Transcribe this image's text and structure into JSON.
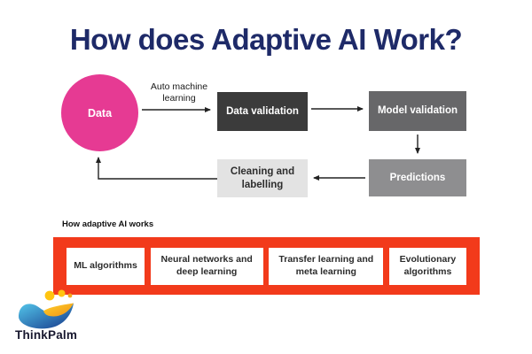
{
  "page": {
    "title": "How does Adaptive AI Work?",
    "title_color": "#1e2a68",
    "background_color": "#ffffff"
  },
  "flowchart": {
    "edge_label": "Auto machine learning",
    "arrow_color": "#222222",
    "nodes": [
      {
        "id": "data",
        "label": "Data",
        "shape": "circle",
        "bg": "#e63a93",
        "text_color": "#ffffff"
      },
      {
        "id": "data-validation",
        "label": "Data validation",
        "shape": "rect",
        "bg": "#3b3b3b",
        "text_color": "#ffffff"
      },
      {
        "id": "model-validation",
        "label": "Model validation",
        "shape": "rect",
        "bg": "#676769",
        "text_color": "#ffffff"
      },
      {
        "id": "predictions",
        "label": "Predictions",
        "shape": "rect",
        "bg": "#8e8e90",
        "text_color": "#ffffff"
      },
      {
        "id": "cleaning-labelling",
        "label": "Cleaning and labelling",
        "shape": "rect",
        "bg": "#e3e3e3",
        "text_color": "#2d2d2d"
      }
    ],
    "edges": [
      {
        "from": "data",
        "to": "data-validation",
        "label": "Auto machine learning"
      },
      {
        "from": "data-validation",
        "to": "model-validation"
      },
      {
        "from": "model-validation",
        "to": "predictions"
      },
      {
        "from": "predictions",
        "to": "cleaning-labelling"
      },
      {
        "from": "cleaning-labelling",
        "to": "data"
      }
    ]
  },
  "methods": {
    "heading": "How adaptive AI works",
    "banner_color": "#f23a1b",
    "items": [
      "ML algorithms",
      "Neural networks and deep learning",
      "Transfer learning and meta learning",
      "Evolutionary algorithms"
    ]
  },
  "logo": {
    "text": "ThinkPalm",
    "mark": "wave-palm-mark",
    "colors": {
      "blue_light": "#53c6ea",
      "blue_dark": "#16388a",
      "yellow_light": "#ffd32a",
      "yellow_dark": "#f09016",
      "dot": "#ffc410"
    }
  }
}
